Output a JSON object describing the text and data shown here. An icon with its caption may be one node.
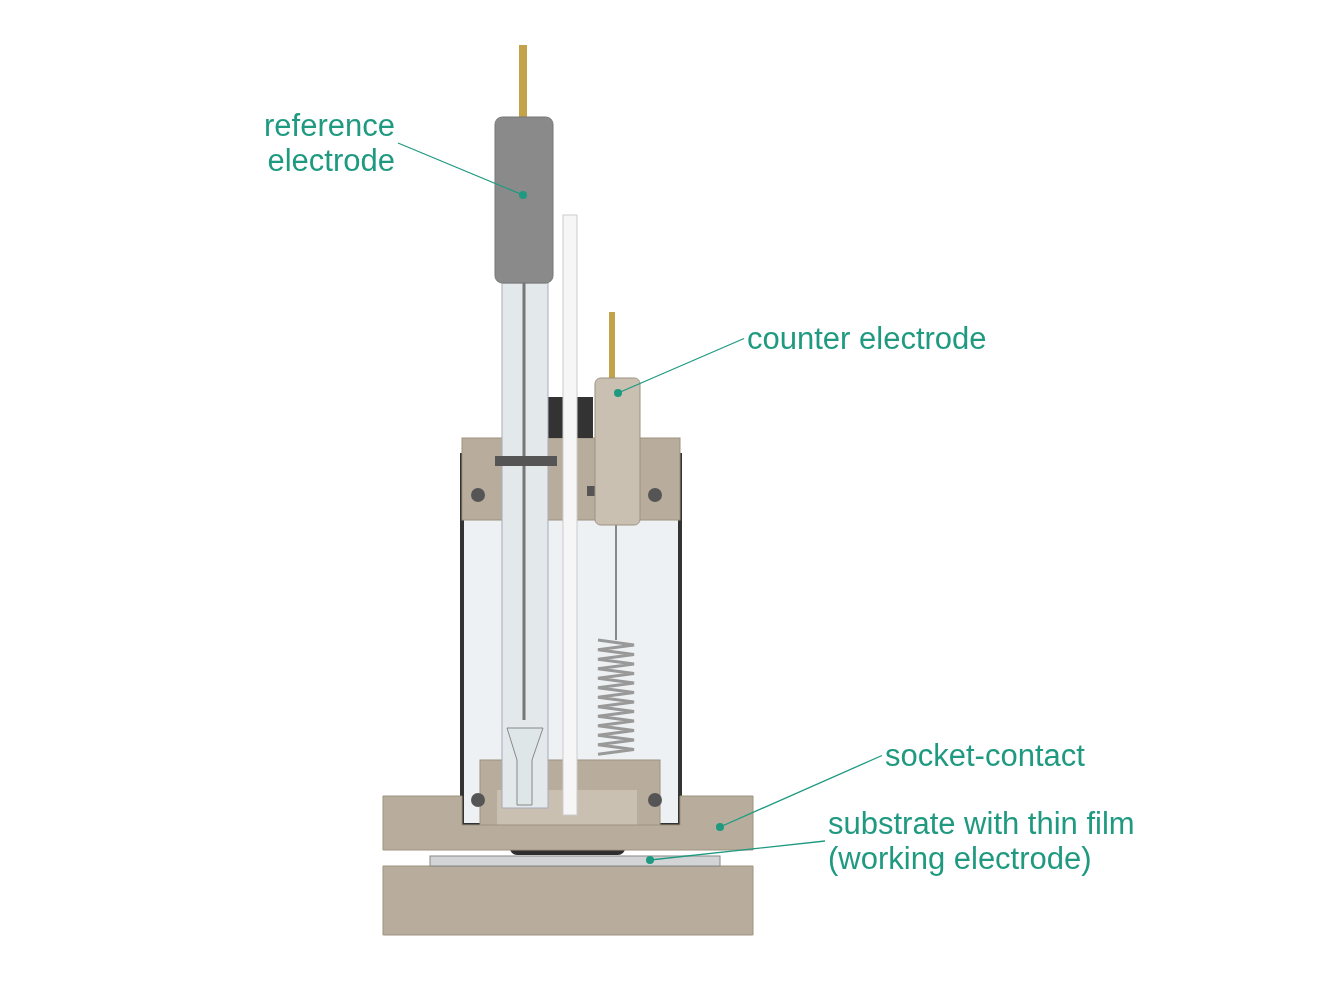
{
  "diagram": {
    "nodes": [
      {
        "text": [
          "reference electrode"
        ]
      },
      {
        "text": [
          "counter electrode"
        ]
      },
      {
        "text": [
          "socket-contact"
        ]
      },
      {
        "text": [
          "substrate with thin film (working electrode)"
        ]
      },
      {
        "text": [],
        "shape": "cylinder"
      },
      {
        "text": [],
        "shape": "cylinder"
      },
      {
        "text": [],
        "shape": "box"
      },
      {
        "text": [],
        "shape": "bar"
      }
    ],
    "edges": [
      {
        "from": 0,
        "to": 4,
        "arrow": "other"
      },
      {
        "from": 1,
        "to": 5,
        "arrow": "other"
      },
      {
        "from": 2,
        "to": 6,
        "arrow": "other"
      },
      {
        "from": 3,
        "to": 7,
        "arrow": "other"
      }
    ]
  }
}
